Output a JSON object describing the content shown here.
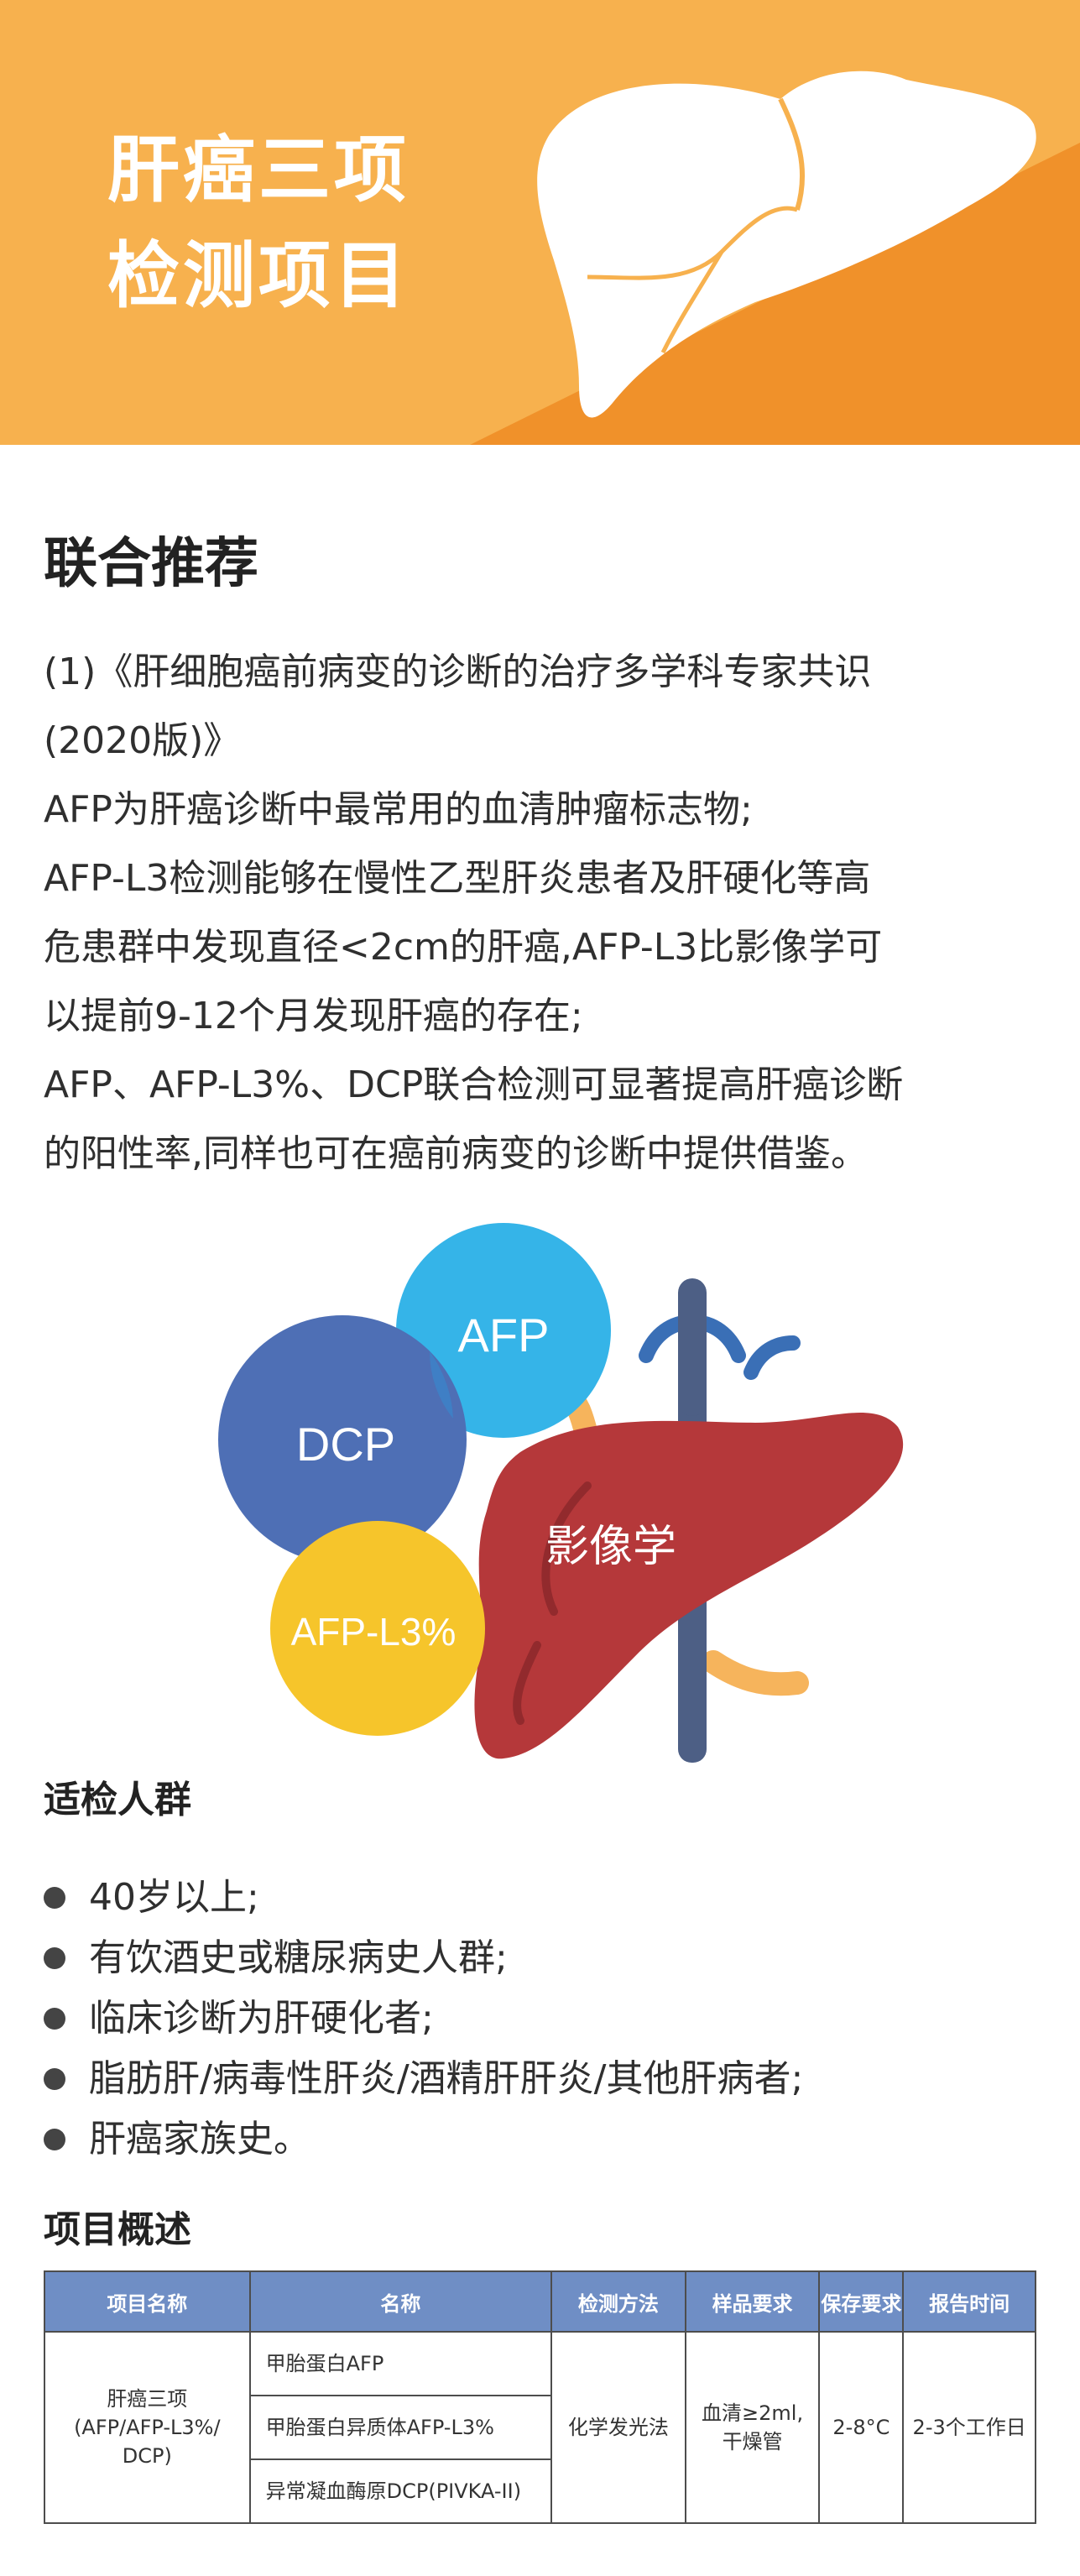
{
  "banner": {
    "title_line1": "肝癌三项",
    "title_line2": "检测项目"
  },
  "recommend": {
    "title": "联合推荐",
    "lines": [
      "(1)《肝细胞癌前病变的诊断的治疗多学科专家共识",
      "(2020版)》",
      "AFP为肝癌诊断中最常用的血清肿瘤标志物;",
      "AFP-L3检测能够在慢性乙型肝炎患者及肝硬化等高",
      "危患群中发现直径<2cm的肝癌,AFP-L3比影像学可",
      "以提前9-12个月发现肝癌的存在;",
      "AFP、AFP-L3%、DCP联合检测可显著提高肝癌诊断",
      "的阳性率,同样也可在癌前病变的诊断中提供借鉴。"
    ]
  },
  "diagram": {
    "afp": "AFP",
    "dcp": "DCP",
    "afp_l3": "AFP-L3%",
    "imaging": "影像学",
    "colors": {
      "afp": "#35b4e8",
      "dcp": "#4e6fb5",
      "afp_l3": "#f6c52b",
      "liver": "#b5383a"
    }
  },
  "population": {
    "title": "适检人群",
    "items": [
      "40岁以上;",
      "有饮酒史或糖尿病史人群;",
      "临床诊断为肝硬化者;",
      "脂肪肝/病毒性肝炎/酒精肝肝炎/其他肝病者;",
      "肝癌家族史。"
    ]
  },
  "overview": {
    "title": "项目概述",
    "headers": [
      "项目名称",
      "名称",
      "检测方法",
      "样品要求",
      "保存要求",
      "报告时间"
    ],
    "project_name_line1": "肝癌三项",
    "project_name_line2": "(AFP/AFP-L3%/",
    "project_name_line3": "DCP)",
    "names": [
      "甲胎蛋白AFP",
      "甲胎蛋白异质体AFP-L3%",
      "异常凝血酶原DCP(PIVKA-II)"
    ],
    "method": "化学发光法",
    "sample_line1": "血清≥2ml,",
    "sample_line2": "干燥管",
    "storage": "2-8°C",
    "report_time": "2-3个工作日"
  },
  "colors": {
    "banner": "#f7b14e",
    "banner_dark": "#f0912a",
    "table_header": "#6f8ec5"
  }
}
